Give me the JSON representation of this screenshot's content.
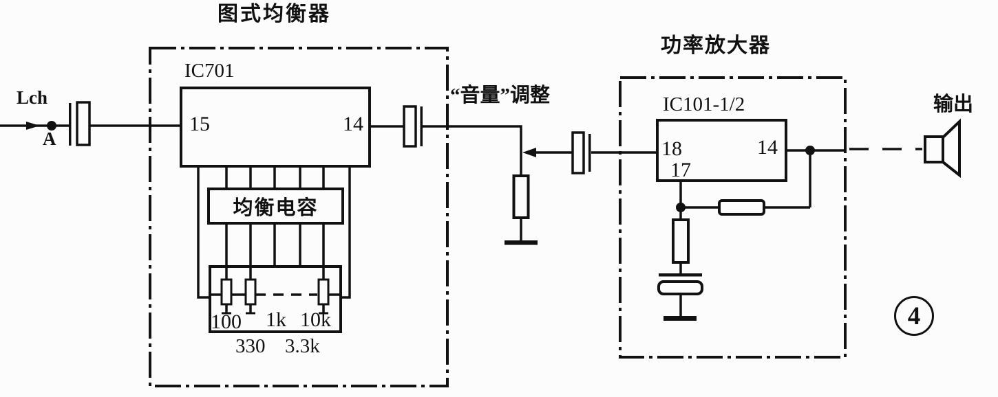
{
  "colors": {
    "ink": "#111111",
    "paper": "#fcfcfc"
  },
  "diagram": {
    "input": {
      "channel": "Lch",
      "node": "A"
    },
    "equalizer": {
      "title": "图式均衡器",
      "ic": "IC701",
      "pin_in": "15",
      "pin_out": "14",
      "cap_block": "均衡电容",
      "freq_row1": [
        "100",
        "1k",
        "10k"
      ],
      "freq_row2": [
        "330",
        "3.3k"
      ]
    },
    "volume": {
      "label": "“音量”调整"
    },
    "amp": {
      "title": "功率放大器",
      "ic": "IC101-1/2",
      "pin_in": "18",
      "pin_fb": "17",
      "pin_out": "14"
    },
    "output": {
      "label": "输出"
    },
    "figure": "4"
  }
}
